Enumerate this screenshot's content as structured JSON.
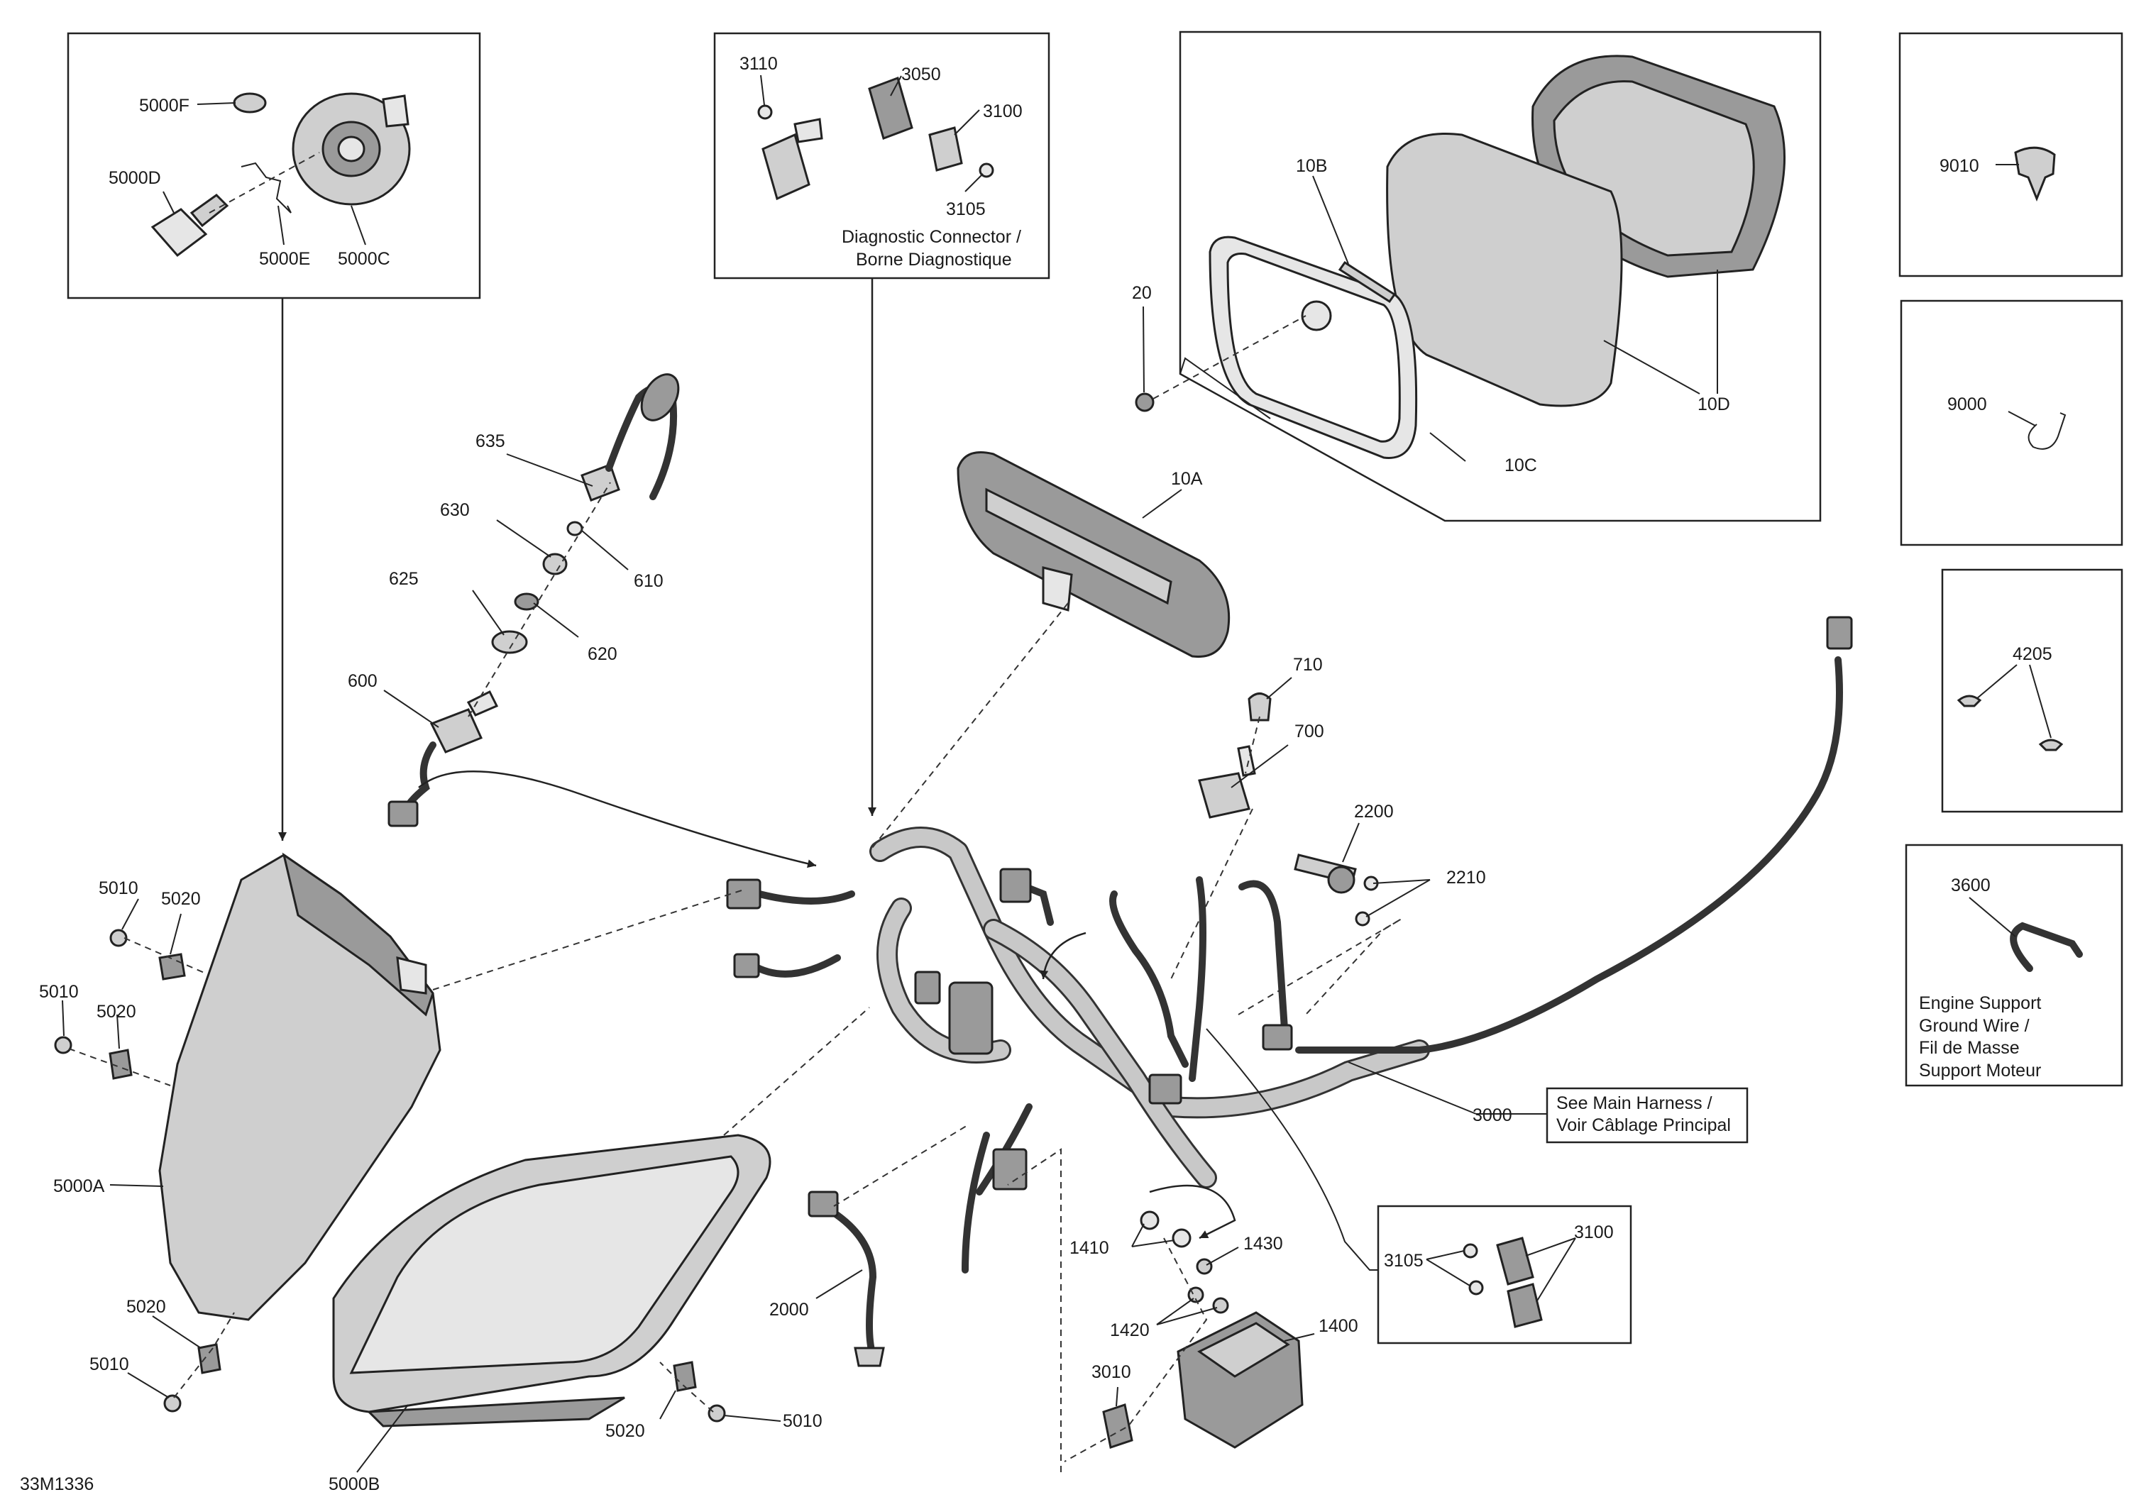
{
  "drawing_id": "33M1336",
  "boxes": {
    "headlight_bulb": {
      "labels": [
        "5000F",
        "5000D",
        "5000E",
        "5000C"
      ]
    },
    "diagnostic": {
      "labels": [
        "3110",
        "3050",
        "3100",
        "3105"
      ],
      "caption_line1": "Diagnostic Connector /",
      "caption_line2": "Borne Diagnostique"
    },
    "cluster": {
      "labels": [
        "10B",
        "20",
        "10C",
        "10D"
      ]
    },
    "clip_9010": {
      "label": "9010"
    },
    "strap_9000": {
      "label": "9000"
    },
    "rivet_4205": {
      "label": "4205"
    },
    "ground_3600": {
      "label": "3600",
      "caption_line1": "Engine Support",
      "caption_line2": "Ground Wire /",
      "caption_line3": "Fil de Masse",
      "caption_line4": "Support Moteur"
    },
    "main_harness_note": {
      "line1": "See Main Harness /",
      "line2": "Voir Câblage Principal"
    },
    "relay_3100": {
      "labels": [
        "3105",
        "3100"
      ]
    }
  },
  "callouts": [
    "635",
    "630",
    "610",
    "625",
    "620",
    "600",
    "10A",
    "710",
    "700",
    "2200",
    "2210",
    "3000",
    "5010",
    "5020",
    "5010",
    "5020",
    "5000A",
    "5020",
    "5010",
    "5000B",
    "5020",
    "5010",
    "2000",
    "1410",
    "1430",
    "1420",
    "1400",
    "3010"
  ]
}
